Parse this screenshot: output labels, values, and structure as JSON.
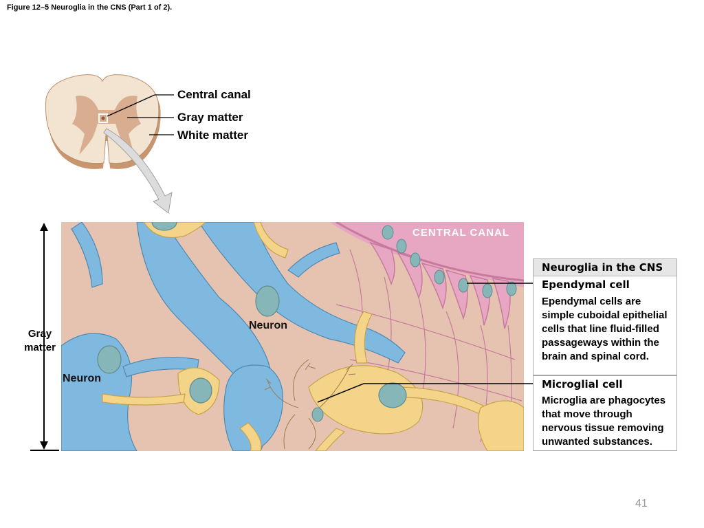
{
  "caption": "Figure 12–5 Neuroglia in the CNS (Part 1 of 2).",
  "cord_labels": {
    "central_canal": "Central canal",
    "gray_matter": "Gray matter",
    "white_matter": "White matter"
  },
  "panel": {
    "side_label": "Gray\nmatter",
    "central_canal_tag": "CENTRAL CANAL",
    "neuron_label_1": "Neuron",
    "neuron_label_2": "Neuron"
  },
  "legend": {
    "title": "Neuroglia in the CNS",
    "ependymal": {
      "heading": "Ependymal cell",
      "text": "Ependymal cells are simple cuboidal epithelial cells that line fluid-filled passageways within the brain and spinal cord."
    },
    "microglial": {
      "heading": "Microglial cell",
      "text": "Microglia are phagocytes that move through nervous tissue removing unwanted substances."
    }
  },
  "slide_number": "41",
  "colors": {
    "tissue": "#e6c3b0",
    "astrocyte_blue": "#7fb9df",
    "neuron_yellow": "#f3d489",
    "ependymal_pink": "#e7a6c2",
    "nucleus_teal": "#87b6b8",
    "legend_head_gray": "#dcdcdc",
    "cord_white": "#f2e4d0",
    "cord_gray": "#d9ad8f"
  }
}
